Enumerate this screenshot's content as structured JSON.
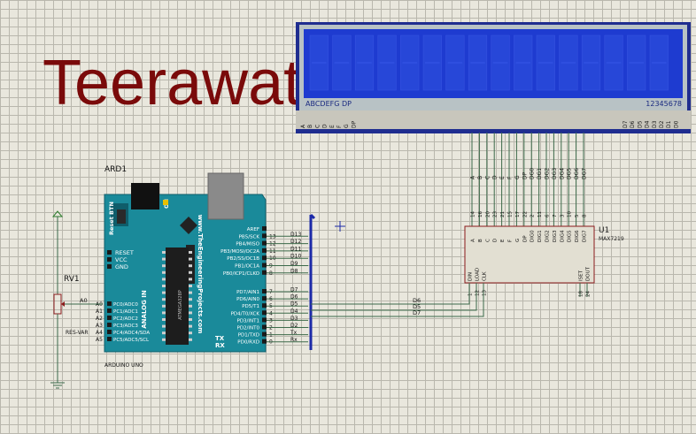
{
  "title": "Teerawat",
  "lcd": {
    "left_label": "ABCDEFG  DP",
    "right_label": "12345678",
    "bottom_pins_left": [
      "A",
      "B",
      "C",
      "D",
      "E",
      "F",
      "G",
      "DP"
    ],
    "bottom_pins_right": [
      "D7",
      "D6",
      "D5",
      "D4",
      "D3",
      "D2",
      "D1",
      "D0"
    ]
  },
  "arduino": {
    "ref": "ARD1",
    "model": "ARDUINO UNO",
    "reset_btn": "Reset BTN",
    "on_label": "ON",
    "analog_label": "ANALOG IN",
    "url_label": "www.TheEngineeringProjects.com",
    "chip_label": "ATMEGA328P",
    "power_pins": [
      "RESET",
      "VCC",
      "GND"
    ],
    "analog_pins": [
      {
        "label": "PC0/ADC0",
        "name": "A0"
      },
      {
        "label": "PC1/ADC1",
        "name": "A1"
      },
      {
        "label": "PC2/ADC2",
        "name": "A2"
      },
      {
        "label": "PC3/ADC3",
        "name": "A3"
      },
      {
        "label": "PC4/ADC4/SDA",
        "name": "A4"
      },
      {
        "label": "PC5/ADC5/SCL",
        "name": "A5"
      }
    ],
    "top_digital": [
      {
        "label": "AREF",
        "num": "",
        "net": ""
      },
      {
        "label": "PB5/SCK",
        "num": "13",
        "net": "D13"
      },
      {
        "label": "PB4/MISO",
        "num": "12",
        "net": "D12"
      },
      {
        "label": "PB3/MOSI/OC2A",
        "num": "11",
        "net": "D11"
      },
      {
        "label": "PB2/SS/OC1B",
        "num": "10",
        "net": "D10"
      },
      {
        "label": "PB1/OC1A",
        "num": "9",
        "net": "D9"
      },
      {
        "label": "PB0/ICP1/CLKO",
        "num": "8",
        "net": "D8"
      }
    ],
    "bottom_digital": [
      {
        "label": "PD7/AIN1",
        "num": "7",
        "net": "D7"
      },
      {
        "label": "PD6/AIN0",
        "num": "6",
        "net": "D6"
      },
      {
        "label": "PD5/T1",
        "num": "5",
        "net": "D5"
      },
      {
        "label": "PD4/T0/XCK",
        "num": "4",
        "net": "D4"
      },
      {
        "label": "PD3/INT1",
        "num": "3",
        "net": "D3"
      },
      {
        "label": "PD2/INT0",
        "num": "2",
        "net": "D2"
      },
      {
        "label": "PD1/TXD",
        "num": "1",
        "net": "Tx"
      },
      {
        "label": "PD0/RXD",
        "num": "0",
        "net": "Rx"
      }
    ],
    "tx": "TX",
    "rx": "RX"
  },
  "pot": {
    "ref": "RV1",
    "type": "RES-VAR",
    "net": "A0"
  },
  "max7219": {
    "ref": "U1",
    "part": "MAX7219",
    "top_pins": [
      {
        "name": "A",
        "num": "14"
      },
      {
        "name": "B",
        "num": "16"
      },
      {
        "name": "C",
        "num": "20"
      },
      {
        "name": "D",
        "num": "23"
      },
      {
        "name": "E",
        "num": "21"
      },
      {
        "name": "F",
        "num": "15"
      },
      {
        "name": "G",
        "num": "17"
      },
      {
        "name": "DP",
        "num": "22"
      },
      {
        "name": "DIG0",
        "num": "2"
      },
      {
        "name": "DIG1",
        "num": "11"
      },
      {
        "name": "DIG2",
        "num": "6"
      },
      {
        "name": "DIG3",
        "num": "7"
      },
      {
        "name": "DIG4",
        "num": "3"
      },
      {
        "name": "DIG5",
        "num": "10"
      },
      {
        "name": "DIG6",
        "num": "5"
      },
      {
        "name": "DIG7",
        "num": "8"
      }
    ],
    "top_wire_labels": [
      "A",
      "B",
      "C",
      "D",
      "E",
      "F",
      "G",
      "DP",
      "DG0",
      "DG1",
      "DG2",
      "DG3",
      "DG4",
      "DG5",
      "DG6",
      "DG7"
    ],
    "left_bottom_pins": [
      {
        "name": "DIN",
        "num": "1"
      },
      {
        "name": "LOAD",
        "num": "12"
      },
      {
        "name": "CLK",
        "num": "13"
      }
    ],
    "right_bottom_pins": [
      {
        "name": "ISET",
        "num": "18"
      },
      {
        "name": "DOUT",
        "num": "24"
      }
    ]
  },
  "nets": [
    "D6",
    "D5",
    "D7"
  ],
  "colors": {
    "lcd_frame": "#1f2d8f",
    "lcd_screen": "#1e3bd0",
    "lcd_label_bg": "#b8c2c5",
    "arduino_board": "#1a8a9a",
    "wire": "#3c6a4a",
    "title": "#7a0a0a",
    "bus": "#1c2aa8"
  }
}
